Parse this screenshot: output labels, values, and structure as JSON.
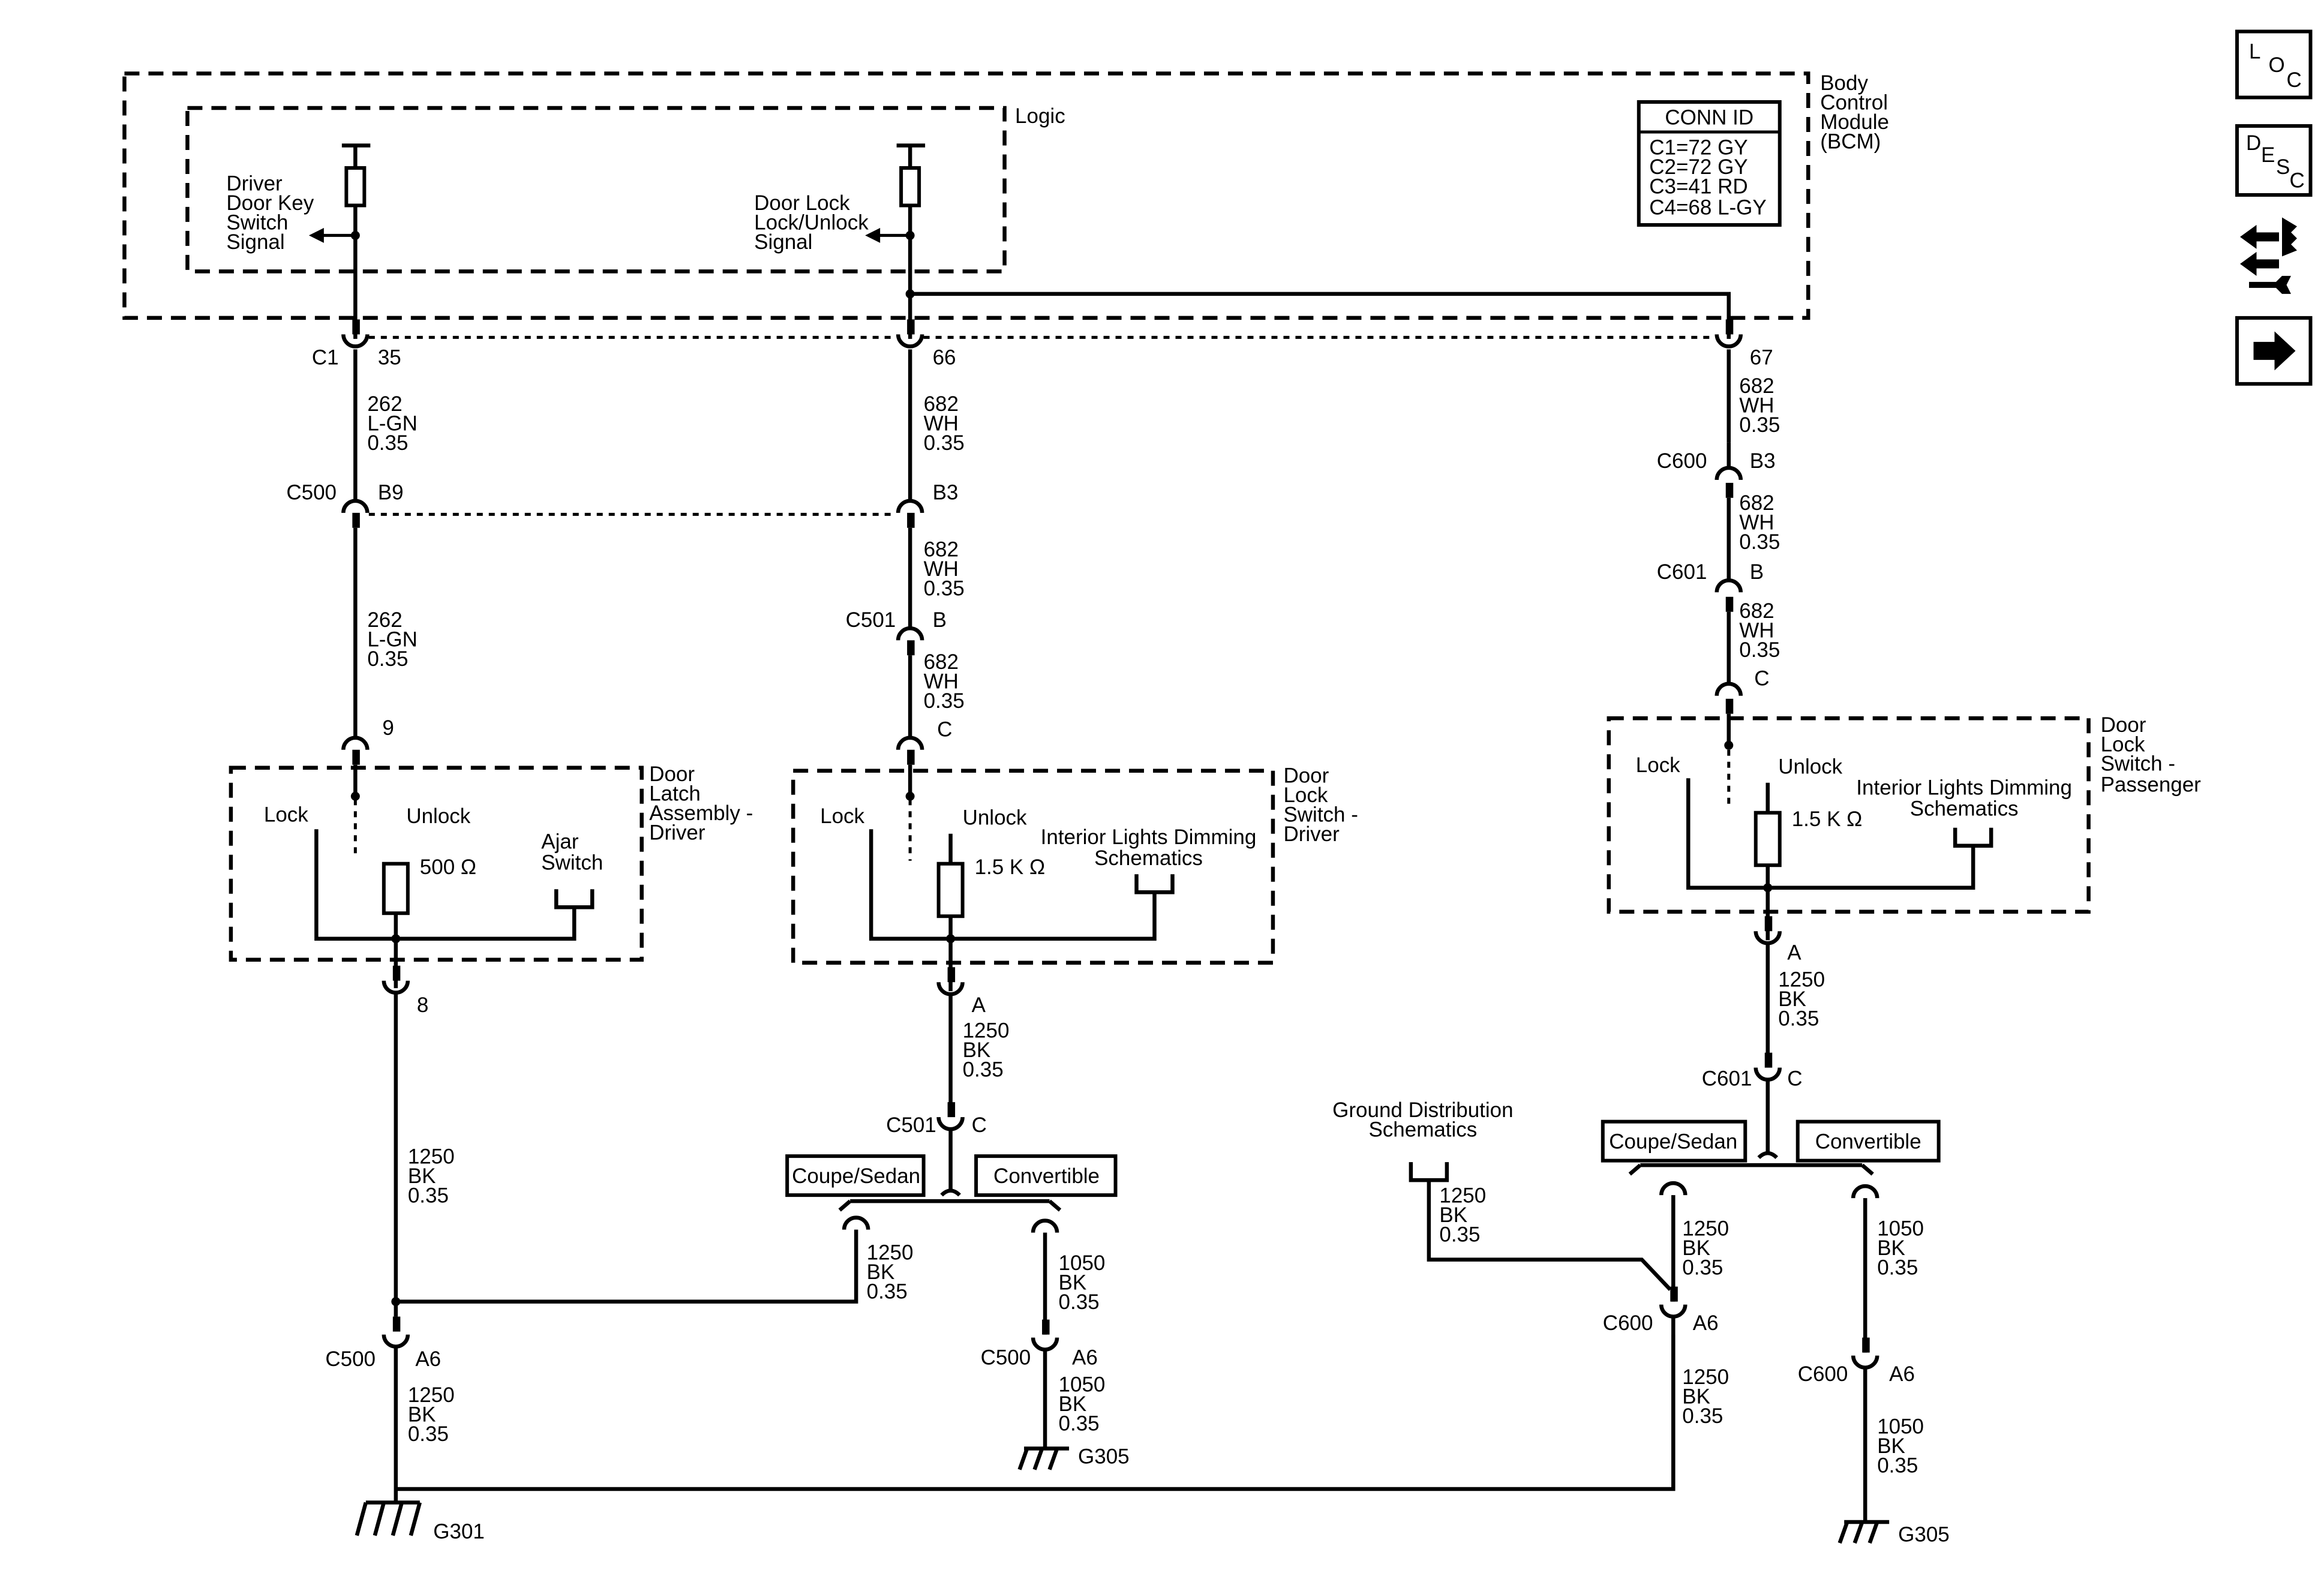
{
  "bcm": {
    "label": [
      "Body",
      "Control",
      "Module",
      "(BCM)"
    ],
    "logic_label": "Logic",
    "conn_id": {
      "title": "CONN ID",
      "rows": [
        "C1=72 GY",
        "C2=72 GY",
        "C3=41 RD",
        "C4=68 L-GY"
      ]
    },
    "driver_signal": [
      "Driver",
      "Door Key",
      "Switch",
      "Signal"
    ],
    "lock_signal": [
      "Door Lock",
      "Lock/Unlock",
      "Signal"
    ]
  },
  "nav": {
    "loc": [
      "L",
      "O",
      "C"
    ],
    "desc": [
      "D",
      "E",
      "S",
      "C"
    ]
  },
  "circuits": {
    "lgn": [
      "262",
      "L-GN",
      "0.35"
    ],
    "wh": [
      "682",
      "WH",
      "0.35"
    ],
    "bk1250": [
      "1250",
      "BK",
      "0.35"
    ],
    "bk1050": [
      "1050",
      "BK",
      "0.35"
    ]
  },
  "connectors": {
    "c1": "C1",
    "pin35": "35",
    "pin66": "66",
    "pin67": "67",
    "c500": "C500",
    "b9": "B9",
    "b3": "B3",
    "c501": "C501",
    "b": "B",
    "c": "C",
    "c600": "C600",
    "c601": "C601",
    "pin9": "9",
    "pin8": "8",
    "a": "A",
    "a6": "A6"
  },
  "components": {
    "latch_driver": [
      "Door",
      "Latch",
      "Assembly -",
      "Driver"
    ],
    "switch_driver": [
      "Door",
      "Lock",
      "Switch -",
      "Driver"
    ],
    "switch_passenger": [
      "Door",
      "Lock",
      "Switch -",
      "Passenger"
    ],
    "lock": "Lock",
    "unlock": "Unlock",
    "ajar": [
      "Ajar",
      "Switch"
    ],
    "r500": "500 Ω",
    "r15k": "1.5 K Ω",
    "dimming": [
      "Interior Lights Dimming",
      "Schematics"
    ]
  },
  "options": {
    "coupe": "Coupe/Sedan",
    "convertible": "Convertible"
  },
  "ground_dist": [
    "Ground Distribution",
    "Schematics"
  ],
  "grounds": {
    "g301": "G301",
    "g305": "G305"
  }
}
